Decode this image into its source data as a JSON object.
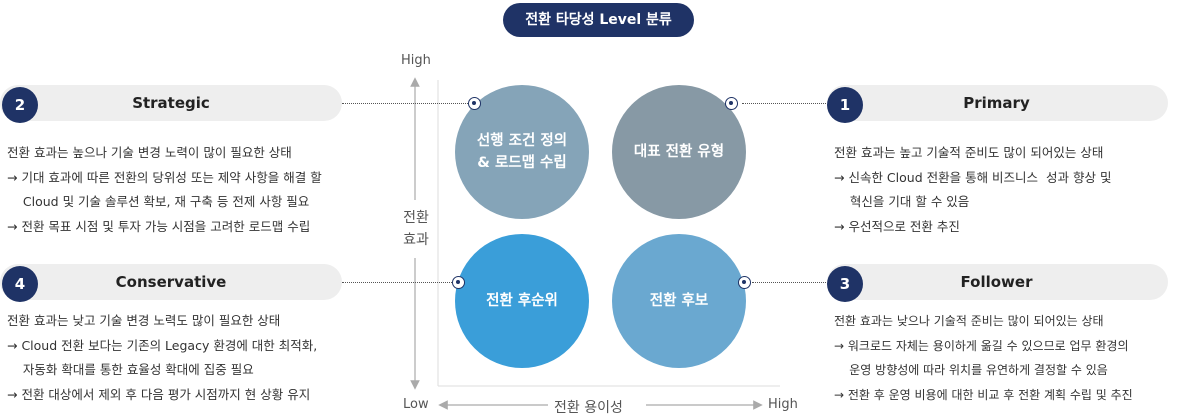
{
  "title": "전환 타당성 Level 분류",
  "axes": {
    "y_high": "High",
    "y_label": "전환\n효과",
    "x_low": "Low",
    "x_label": "전환 용이성",
    "x_high": "High"
  },
  "quadrants": {
    "top_left": "선행 조건 정의\n& 로드맵 수립",
    "top_right": "대표 전환 유형",
    "bottom_left": "전환 후순위",
    "bottom_right": "전환 후보"
  },
  "colors": {
    "navy": "#1f3366",
    "top_left": "#85a4b8",
    "top_right": "#8799a5",
    "bottom_left": "#3a9ed9",
    "bottom_right": "#6aa8d0"
  },
  "categories": {
    "strategic": {
      "number": "2",
      "title": "Strategic",
      "lines": [
        "전환 효과는 높으나 기술 변경 노력이 많이 필요한 상태",
        "→ 기대 효과에 따른 전환의 당위성 또는 제약 사항을 해결 할",
        "    Cloud 및 기술 솔루션 확보, 재 구축 등 전제 사항 필요",
        "→ 전환 목표 시점 및 투자 가능 시점을 고려한 로드맵 수립"
      ]
    },
    "primary": {
      "number": "1",
      "title": "Primary",
      "lines": [
        "전환 효과는 높고 기술적 준비도 많이 되어있는 상태",
        "→ 신속한 Cloud 전환을 통해 비즈니스  성과 향상 및",
        "    혁신을 기대 할 수 있음",
        "→ 우선적으로 전환 추진"
      ]
    },
    "conservative": {
      "number": "4",
      "title": "Conservative",
      "lines": [
        "전환 효과는 낮고 기술 변경 노력도 많이 필요한 상태",
        "→ Cloud 전환 보다는 기존의 Legacy 환경에 대한 최적화,",
        "    자동화 확대를 통한 효율성 확대에 집중 필요",
        "→ 전환 대상에서 제외 후 다음 평가 시점까지 현 상황 유지"
      ]
    },
    "follower": {
      "number": "3",
      "title": "Follower",
      "lines": [
        "전환 효과는 낮으나 기술적 준비는 많이 되어있는 상태",
        "→ 워크로드 자체는 용이하게 옮길 수 있으므로 업무 환경의",
        "    운영 방향성에 따라 위치를 유연하게 결정할 수 있음",
        "→ 전환 후 운영 비용에 대한 비교 후 전환 계획 수립 및 추진"
      ]
    }
  }
}
